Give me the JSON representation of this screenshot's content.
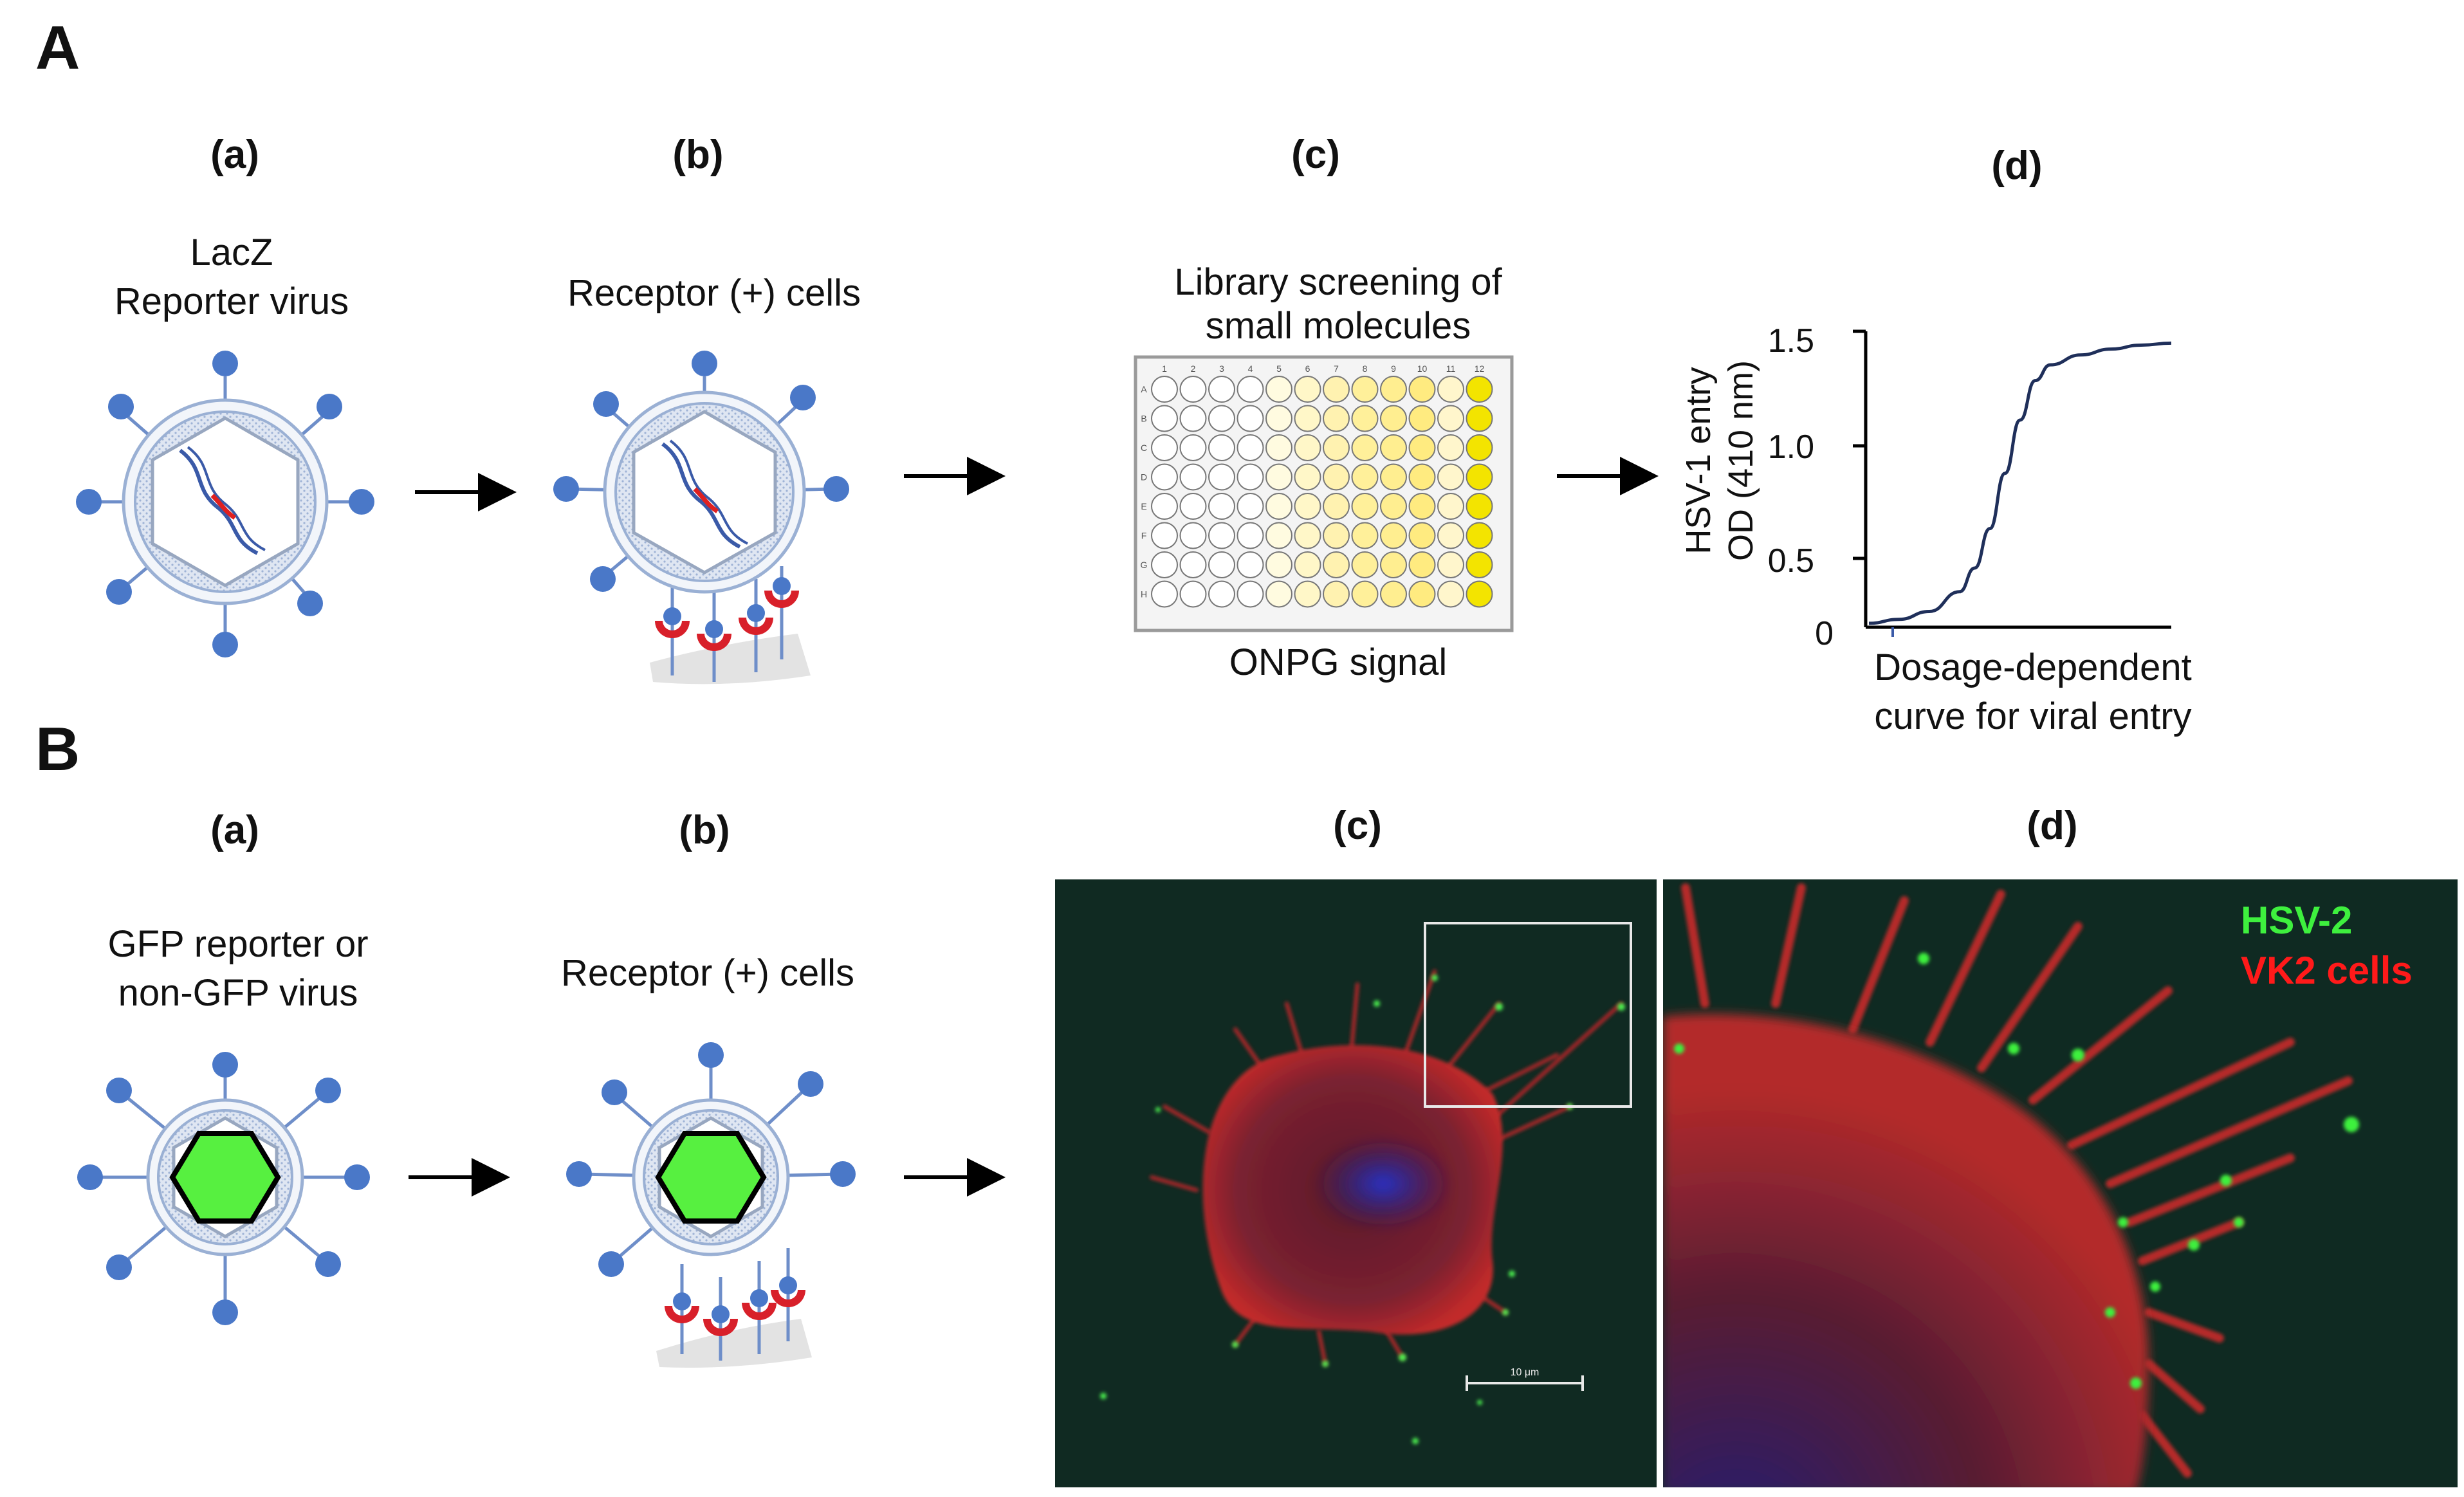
{
  "panels": {
    "A": "A",
    "B": "B"
  },
  "row_a": {
    "sub_a": "(a)",
    "sub_b": "(b)",
    "sub_c": "(c)",
    "sub_d": "(d)",
    "virus_label_line1": "LacZ",
    "virus_label_line2": "Reporter virus",
    "cells_label": "Receptor (+) cells",
    "plate_title_line1": "Library screening of",
    "plate_title_line2": "small molecules",
    "plate_caption": "ONPG signal",
    "plate_cols": [
      "1",
      "2",
      "3",
      "4",
      "5",
      "6",
      "7",
      "8",
      "9",
      "10",
      "11",
      "12"
    ],
    "plate_rows": [
      "A",
      "B",
      "C",
      "D",
      "E",
      "F",
      "G",
      "H"
    ]
  },
  "chart_data": {
    "type": "line",
    "ylabel_line1": "HSV-1 entry",
    "ylabel_line2": "OD (410 nm)",
    "xlabel_line1": "Dosage-dependent",
    "xlabel_line2": "curve for viral entry",
    "yticks": [
      "1.5",
      "1.0",
      "0.5",
      "0"
    ],
    "ylim": [
      0,
      1.5
    ],
    "series": [
      {
        "x": [
          0,
          0.1,
          0.2,
          0.3,
          0.35,
          0.4,
          0.45,
          0.5,
          0.55,
          0.6,
          0.7,
          0.8,
          0.9,
          1.0
        ],
        "y": [
          0.02,
          0.04,
          0.08,
          0.18,
          0.3,
          0.5,
          0.78,
          1.05,
          1.25,
          1.33,
          1.38,
          1.41,
          1.43,
          1.44
        ]
      }
    ],
    "line_color": "#1f2f5a"
  },
  "row_b": {
    "sub_a": "(a)",
    "sub_b": "(b)",
    "sub_c": "(c)",
    "sub_d": "(d)",
    "virus_label_line1": "GFP reporter or",
    "virus_label_line2": "non-GFP virus",
    "cells_label": "Receptor (+) cells",
    "scale_bar": "10 μm",
    "legend_hsv": "HSV-2",
    "legend_vk2": "VK2 cells",
    "legend_hsv_color": "#3ef03e",
    "legend_vk2_color": "#ff1a1a"
  },
  "colors": {
    "knob": "#4a78c8",
    "capsid": "#cfd9ea",
    "receptor": "#d8202a",
    "gfp": "#57f040"
  }
}
